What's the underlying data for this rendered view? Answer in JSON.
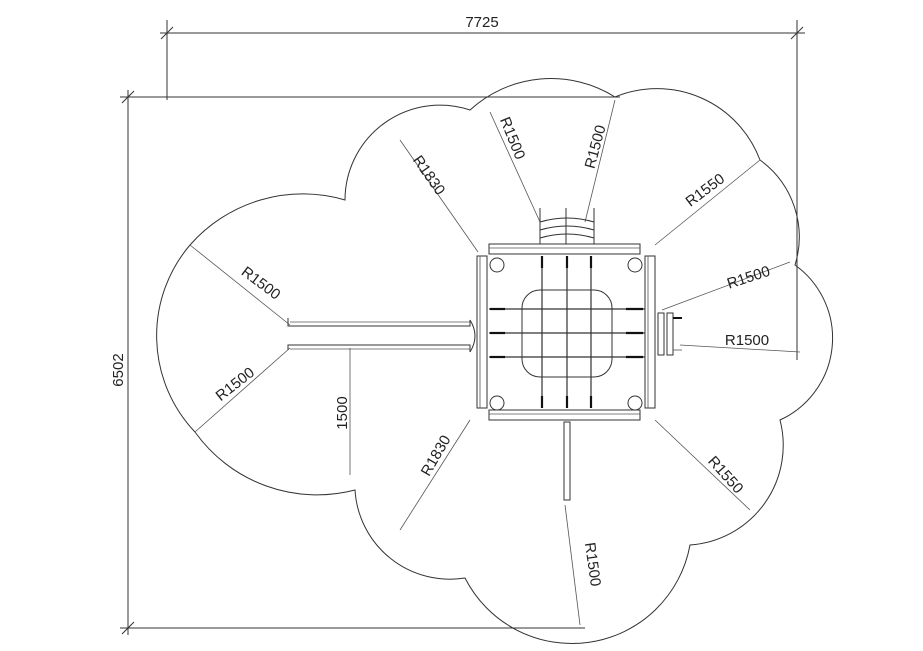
{
  "dimensions": {
    "width_label": "7725",
    "height_label": "6502",
    "path_width_label": "1500"
  },
  "radii": [
    "R1830",
    "R1500",
    "R1500",
    "R1550",
    "R1500",
    "R1500",
    "R1550",
    "R1500",
    "R1830",
    "R1500",
    "R1500"
  ]
}
